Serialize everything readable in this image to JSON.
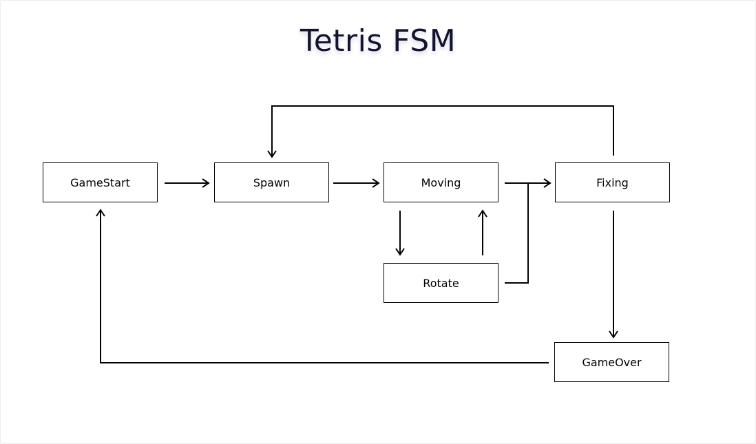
{
  "diagram": {
    "title": "Tetris FSM",
    "nodes": [
      {
        "id": "gamestart",
        "label": "GameStart"
      },
      {
        "id": "spawn",
        "label": "Spawn"
      },
      {
        "id": "moving",
        "label": "Moving"
      },
      {
        "id": "fixing",
        "label": "Fixing"
      },
      {
        "id": "rotate",
        "label": "Rotate"
      },
      {
        "id": "gameover",
        "label": "GameOver"
      }
    ],
    "edges": [
      {
        "from": "gamestart",
        "to": "spawn"
      },
      {
        "from": "spawn",
        "to": "moving"
      },
      {
        "from": "moving",
        "to": "fixing"
      },
      {
        "from": "moving",
        "to": "rotate"
      },
      {
        "from": "rotate",
        "to": "moving"
      },
      {
        "from": "rotate",
        "to": "fixing"
      },
      {
        "from": "fixing",
        "to": "spawn"
      },
      {
        "from": "fixing",
        "to": "gameover"
      },
      {
        "from": "gameover",
        "to": "gamestart"
      }
    ]
  },
  "colors": {
    "line": "#000000",
    "title": "#14142a",
    "background": "#ffffff"
  }
}
